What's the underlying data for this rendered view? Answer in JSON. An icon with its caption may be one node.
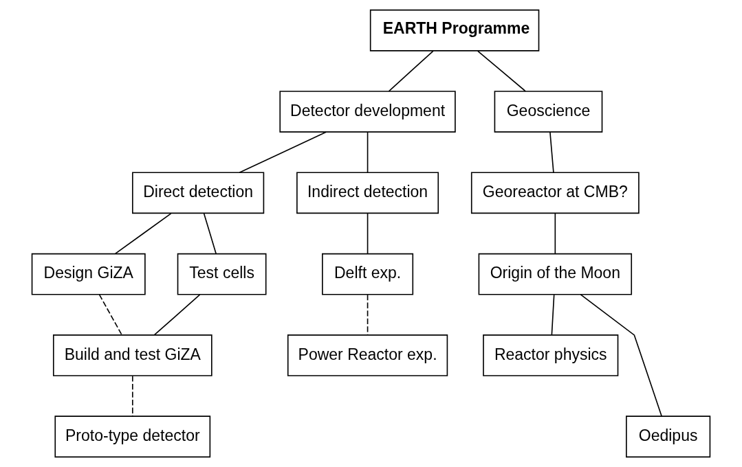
{
  "diagram": {
    "nodes": [
      {
        "text": [
          "EARTH Programme"
        ]
      },
      {
        "text": [
          "Detector development"
        ]
      },
      {
        "text": [
          "Geoscience"
        ]
      },
      {
        "text": [
          "Direct detection"
        ]
      },
      {
        "text": [
          "Indirect detection"
        ]
      },
      {
        "text": [
          "Georeactor at CMB?"
        ]
      },
      {
        "text": [
          "Design GiZA"
        ]
      },
      {
        "text": [
          "Test cells"
        ]
      },
      {
        "text": [
          "Delft exp."
        ]
      },
      {
        "text": [
          "Origin of the Moon"
        ]
      },
      {
        "text": [
          "Build and test GiZA"
        ]
      },
      {
        "text": [
          "Power Reactor exp."
        ]
      },
      {
        "text": [
          "Reactor physics"
        ]
      },
      {
        "text": [
          "Proto-type detector"
        ]
      },
      {
        "text": [
          "Oedipus"
        ]
      }
    ],
    "edges": [
      {
        "from": 0,
        "to": 1,
        "arrow": "none"
      },
      {
        "from": 0,
        "to": 2,
        "arrow": "none"
      },
      {
        "from": 1,
        "to": 3,
        "arrow": "none"
      },
      {
        "from": 1,
        "to": 4,
        "arrow": "none"
      },
      {
        "from": 2,
        "to": 5,
        "arrow": "none"
      },
      {
        "from": 3,
        "to": 6,
        "arrow": "none"
      },
      {
        "from": 3,
        "to": 7,
        "arrow": "none"
      },
      {
        "from": 4,
        "to": 8,
        "arrow": "none"
      },
      {
        "from": 5,
        "to": 9,
        "arrow": "none"
      },
      {
        "from": 6,
        "to": 10,
        "arrow": "none",
        "style": "dashed"
      },
      {
        "from": 7,
        "to": 10,
        "arrow": "none"
      },
      {
        "from": 8,
        "to": 11,
        "arrow": "none",
        "style": "dashed"
      },
      {
        "from": 9,
        "to": 12,
        "arrow": "none"
      },
      {
        "from": 9,
        "to": 14,
        "arrow": "none"
      },
      {
        "from": 10,
        "to": 13,
        "arrow": "none",
        "style": "dashed"
      }
    ]
  }
}
